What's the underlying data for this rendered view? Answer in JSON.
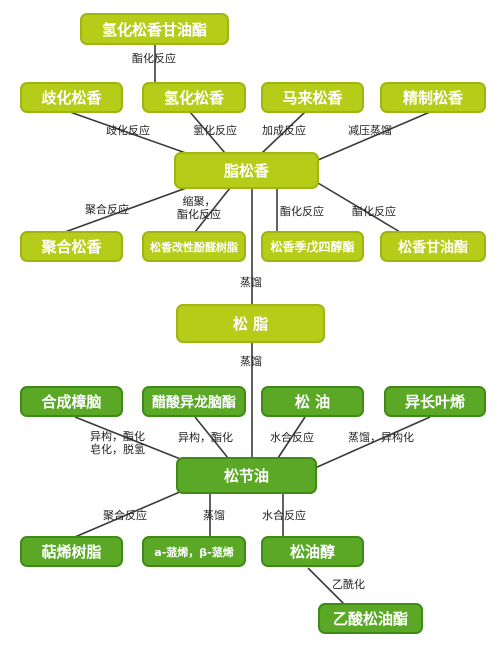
{
  "nodes": {
    "hydro_rosin_glyceride": "氢化松香甘油酯",
    "disproportionated_rosin": "歧化松香",
    "hydrogenated_rosin": "氢化松香",
    "maleic_rosin": "马来松香",
    "refined_rosin": "精制松香",
    "gum_rosin": "脂松香",
    "polymerized_rosin": "聚合松香",
    "rosin_modified_phenolic": "松香改性酚醛树脂",
    "rosin_pentaerythritol_ester": "松香季戊四醇酯",
    "rosin_glyceride": "松香甘油酯",
    "rosin": "松  脂",
    "synthetic_camphor": "合成樟脑",
    "isobornyl_acetate": "醋酸异龙脑酯",
    "pine_oil": "松  油",
    "longifolene": "异长叶烯",
    "turpentine": "松节油",
    "terpene_resin": "萜烯树脂",
    "pinene": "a-蒎烯，β-蒎烯",
    "terpineol": "松油醇",
    "terpinyl_acetate": "乙酸松油酯"
  },
  "labels": {
    "esterify_top": "酯化反应",
    "disproportionation": "歧化反应",
    "hydrogenation": "氢化反应",
    "addition": "加成反应",
    "vacuum_distill": "减压蒸馏",
    "polymerization_1": "聚合反应",
    "condense_1": "缩聚，",
    "condense_2": "酯化反应",
    "esterify_mid": "酯化反应",
    "esterify_right": "酯化反应",
    "distill_1": "蒸馏",
    "distill_2": "蒸馏",
    "iso_esterify_1": "异构，酯化",
    "iso_esterify_2": "皂化，脱氢",
    "iso_esterify_b": "异构，酯化",
    "hydration_1": "水合反应",
    "distill_isomerize": "蒸馏，异构化",
    "polymerization_2": "聚合反应",
    "distill_3": "蒸馏",
    "hydration_2": "水合反应",
    "acetylation": "乙酰化"
  },
  "colors": {
    "lime": "#b5cc18",
    "green": "#5aa826",
    "edge": "#3a3a3a"
  }
}
